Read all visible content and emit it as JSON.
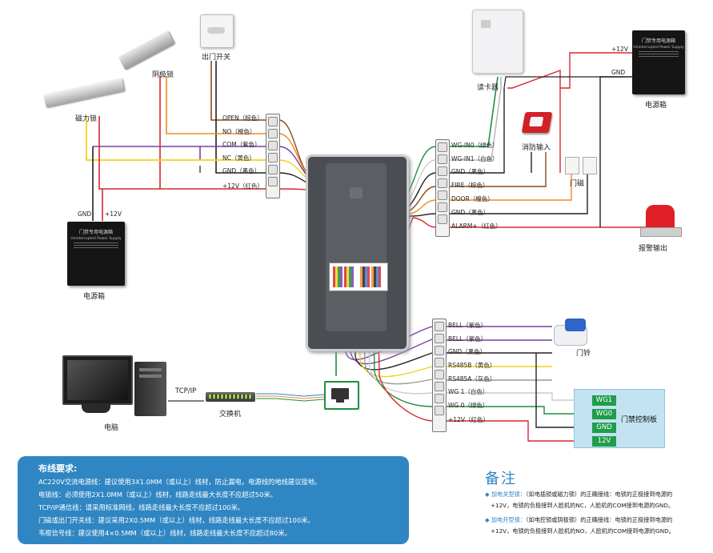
{
  "devices": {
    "exit_switch": "出门开关",
    "cathode_lock": "阴极锁",
    "mag_lock": "磁力锁",
    "psu_left": "电源箱",
    "psu_right": "电源箱",
    "card_reader": "读卡器",
    "fire_input": "消防输入",
    "door_sensor": "门磁",
    "alarm_output": "报警输出",
    "door_bell": "门铃",
    "pc": "电脑",
    "switch": "交换机",
    "tcpip": "TCP/IP",
    "controller": "门禁控制板"
  },
  "psu_label": {
    "title": "门禁专用电源箱",
    "subtitle": "Uninterrupted Power Supply"
  },
  "power_labels": {
    "left_gnd": "GND",
    "left_12v": "+12V",
    "right_12v": "+12V",
    "right_gnd": "GND"
  },
  "terminals_left": [
    {
      "label": "OPEN（棕色）"
    },
    {
      "label": "NO（橙色）"
    },
    {
      "label": "COM（紫色）"
    },
    {
      "label": "NC（黄色）"
    },
    {
      "label": "GND（黑色）"
    },
    {
      "label": "+12V（红色）"
    }
  ],
  "terminals_right": [
    {
      "label": "WG-IN0（绿色）"
    },
    {
      "label": "WG-IN1（白色）"
    },
    {
      "label": "GND（黑色）"
    },
    {
      "label": "FIRE（棕色）"
    },
    {
      "label": "DOOR（橙色）"
    },
    {
      "label": "GND（黑色）"
    },
    {
      "label": "ALARM+（红色）"
    }
  ],
  "terminals_bottom": [
    {
      "label": "BELL（紫色）"
    },
    {
      "label": "BELL（紫色）"
    },
    {
      "label": "GND（黑色）"
    },
    {
      "label": "RS485B（黄色）"
    },
    {
      "label": "RS485A（灰色）"
    },
    {
      "label": "WG 1（白色）"
    },
    {
      "label": "WG 0（绿色）"
    },
    {
      "label": "+12V（红色）"
    }
  ],
  "controller_pins": [
    "WG1",
    "WG0",
    "GND",
    "12V"
  ],
  "wiring_requirements": {
    "title": "布线要求:",
    "lines": [
      "AC220V交流电源线：建议使用3X1.0MM（或以上）线材，防止漏电，电源线的地线建议接地。",
      "电锁线：必须使用2X1.0MM（或以上）线材，线路走线最大长度不应超过50米。",
      "TCP/IP通信线：请采用标准网线，线路走线最大长度不应超过100米。",
      "门磁或出门开关线：建议采用2X0.5MM（或以上）线材，线路走线最大长度不应超过100米。",
      "韦根信号线：建议使用4×0.5MM（或以上）线材，线路走线最大长度不应超过80米。"
    ]
  },
  "remarks": {
    "title": "备注",
    "items": [
      {
        "head": "加电关型锁：",
        "line1": "（如电插锁或磁力锁）的正确接线：电锁的正极接到电源的",
        "line2": "+12V，电锁的负极接到人脸机的NC，人脸机的COM接到电源的GND。"
      },
      {
        "head": "加电开型锁：",
        "line1": "（如电控锁或阴极锁）的正确接线：电锁的正极接到电源的",
        "line2": "+12V，电锁的负极接到人脸机的NO，人脸机的COM接到电源的GND。"
      }
    ]
  },
  "colors": {
    "accent": "#2f86c3",
    "wire_red": "#d6282f",
    "wire_black": "#222222",
    "wire_brown": "#8a4a1e",
    "wire_orange": "#f08a24",
    "wire_purple": "#7a3fa0",
    "wire_yellow": "#f1d21a",
    "wire_green": "#1e8f3c",
    "wire_white": "#cccccc",
    "wire_grey": "#999999"
  }
}
